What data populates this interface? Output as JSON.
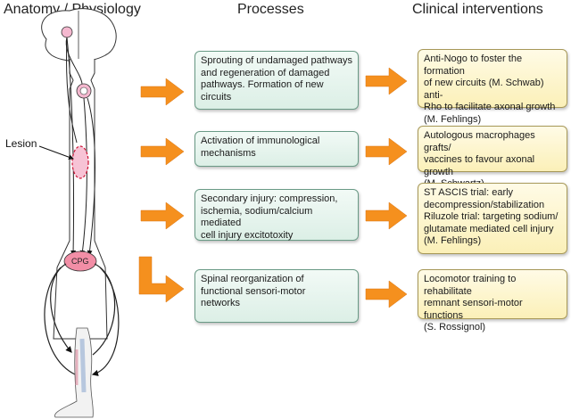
{
  "headers": {
    "anatomy": "Anatomy / Physiology",
    "processes": "Processes",
    "clinical": "Clinical interventions"
  },
  "labels": {
    "lesion": "Lesion",
    "cpg": "CPG"
  },
  "processes": [
    "Sprouting of undamaged  pathways\nand regeneration of damaged\npathways. Formation of new\ncircuits",
    "Activation of immunological\nmechanisms",
    "Secondary injury: compression,\nischemia,  sodium/calcium mediated\ncell injury excitotoxity",
    "Spinal reorganization of\nfunctional sensori-motor\nnetworks"
  ],
  "interventions": [
    "Anti-Nogo to foster the formation\nof new circuits (M. Schwab)  anti-\nRho to facilitate axonal growth\n(M. Fehlings)",
    "Autologous macrophages grafts/\nvaccines to favour axonal growth\n(M. Schwartz)",
    "ST ASCIS trial: early\ndecompression/stabilization\nRiluzole trial: targeting sodium/\nglutamate mediated cell injury\n(M. Fehlings)",
    "Locomotor training to rehabilitate\nremnant  sensori-motor functions\n(S. Rossignol)"
  ],
  "colors": {
    "arrow": "#f5901e",
    "process_fill": "#e4f3ec",
    "intervention_fill": "#fdf5c8",
    "neuron": "#f4b8cf",
    "lesion": "#cc1133"
  }
}
